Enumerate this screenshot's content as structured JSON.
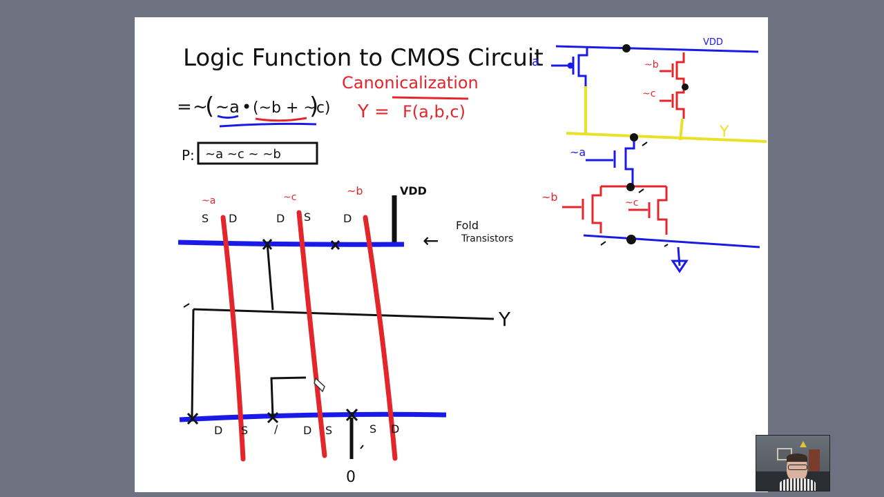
{
  "title": "Logic Function to CMOS Circuit",
  "expression": {
    "lhs": "=",
    "not": "~",
    "open": "(",
    "term_a": "~a",
    "dot": "•",
    "term_bc": "(~b + ~c)",
    "close": ")"
  },
  "path": {
    "label": "P:",
    "content": "~a   ~c  ~  ~b"
  },
  "canonicalization": {
    "heading": "Canonicalization",
    "equation_y": "Y =",
    "equation_f": "F(a,b,c)"
  },
  "layout_labels": {
    "gate_a": "~a",
    "gate_c": "~c",
    "gate_b": "~b",
    "vdd": "VDD",
    "top_sd": [
      "S",
      "D",
      "D",
      "S",
      "D"
    ],
    "bottom_sd": [
      "D",
      "S",
      "/",
      "D",
      "S",
      "S",
      "D"
    ],
    "output": "Y",
    "ground": "0",
    "note_line1": "Fold",
    "note_line2": "Transistors",
    "arrow": "←"
  },
  "schematic_labels": {
    "vdd": "VDD",
    "in_a": "a",
    "in_nb_top": "~b",
    "in_nc_top": "~c",
    "output": "Y",
    "in_na_bot": "~a",
    "in_nb_bot": "~b",
    "in_nc_bot": "~c"
  },
  "colors": {
    "ink_black": "#111111",
    "ink_red": "#e3262b",
    "ink_blue": "#1a1ae6",
    "ink_yellow": "#ebe028",
    "background": "#6e7180",
    "slide": "#ffffff"
  }
}
